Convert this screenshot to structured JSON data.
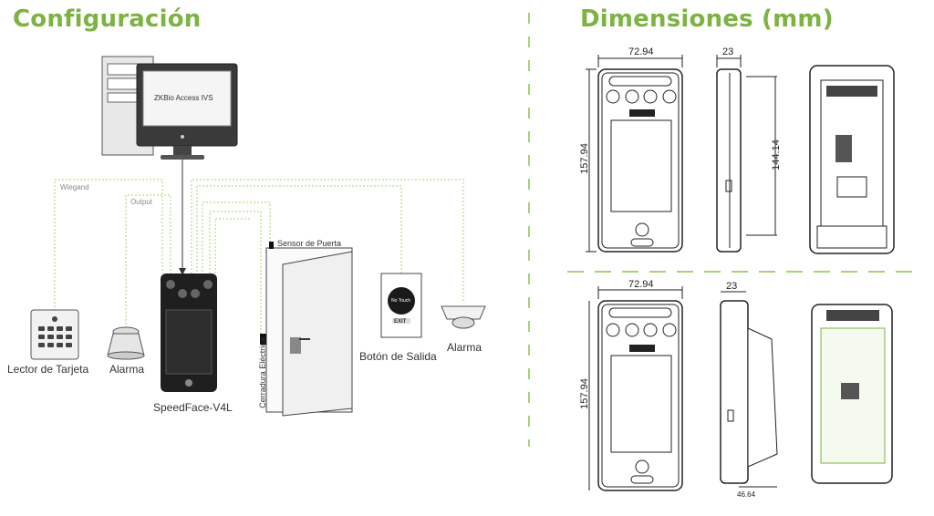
{
  "titles": {
    "config": "Configuración",
    "dimensions": "Dimensiones (mm)"
  },
  "diagram": {
    "software": "ZKBio Access IVS",
    "wire_wiegand": "Wiegand",
    "wire_output": "Output",
    "door_sensor": "Sensor de Puerta",
    "electric_lock": "Cerradura Eléctrica",
    "card_reader": "Lector de Tarjeta",
    "alarm_left": "Alarma",
    "device": "SpeedFace-V4L",
    "exit_button": "Botón de Salida",
    "alarm_right": "Alarma",
    "exit_label": "EXIT",
    "no_touch": "No Touch"
  },
  "dimensions": {
    "top_width": "72.94",
    "top_depth": "23",
    "top_height": "157.94",
    "top_side_height": "144.14",
    "bottom_width": "72.94",
    "bottom_depth": "23",
    "bottom_height": "157.94",
    "bottom_base": "46.64"
  },
  "colors": {
    "accent": "#7cb342",
    "wire": "#a5d46a",
    "device": "#1f1f1f"
  }
}
